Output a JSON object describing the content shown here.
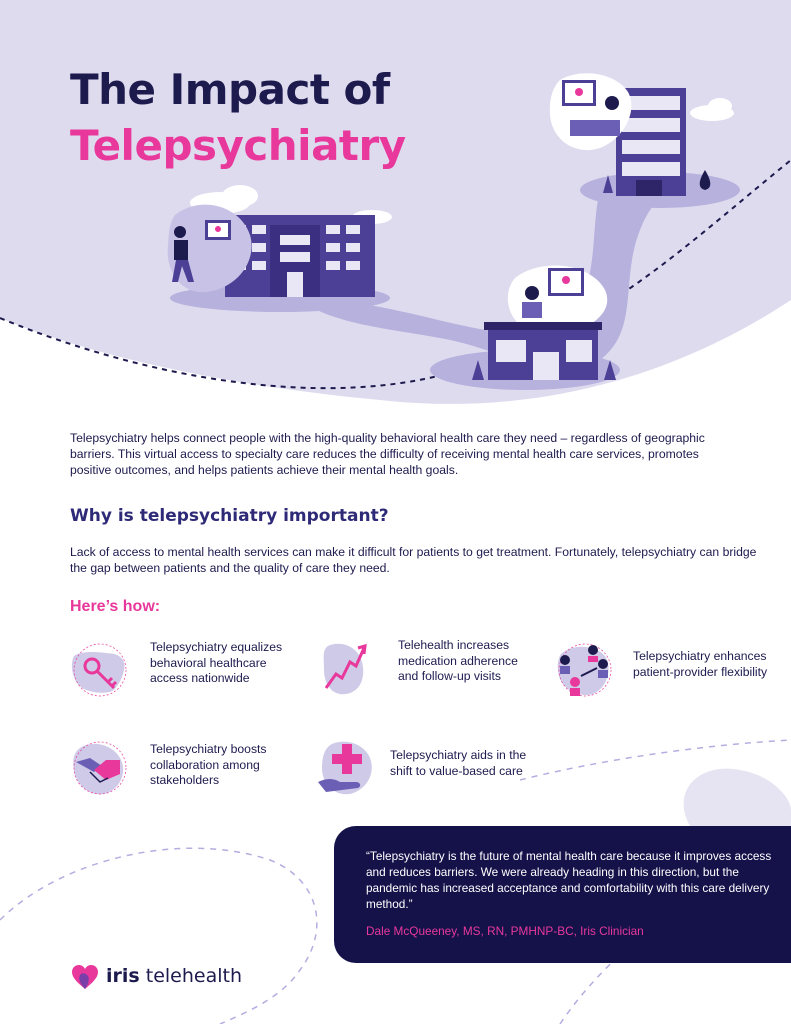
{
  "header": {
    "title_line1": "The Impact of",
    "title_line2": "Telepsychiatry"
  },
  "intro": "Telepsychiatry helps connect people with the high-quality behavioral health care they need – regardless of geographic barriers. This virtual access to specialty care reduces the difficulty of receiving mental health care services, promotes positive outcomes, and helps patients achieve their mental health goals.",
  "why": {
    "heading": "Why is telepsychiatry important?",
    "text": "Lack of access to mental health services can make it difficult for patients to get treatment. Fortunately, telepsychiatry can bridge the gap between patients and the quality of care they need."
  },
  "howto": {
    "heading": "Here’s how:",
    "items": [
      {
        "icon": "map-key-icon",
        "text": "Telepsychiatry equalizes behavioral healthcare access nationwide"
      },
      {
        "icon": "rising-arrow-icon",
        "text": "Telehealth increases medication adherence and follow-up visits"
      },
      {
        "icon": "connected-people-icon",
        "text": "Telepsychiatry enhances patient-provider flexibility"
      },
      {
        "icon": "handshake-icon",
        "text": "Telepsychiatry boosts collaboration among stakeholders"
      },
      {
        "icon": "hand-medical-cross-icon",
        "text": "Telepsychiatry aids in the shift to value-based care"
      }
    ]
  },
  "quote": {
    "text": "“Telepsychiatry is the future of mental health care because it improves access and reduces barriers. We were already heading in this direction, but the pandemic has increased acceptance and comfortability with this care delivery method.”",
    "author": "Dale McQueeney, MS, RN, PMHNP-BC, Iris Clinician"
  },
  "logo": {
    "brand_bold": "iris",
    "brand_rest": " telehealth"
  },
  "colors": {
    "navy": "#1d1a4e",
    "pink": "#e8389b",
    "lavender": "#d9d6ec",
    "purple": "#6b5fb5",
    "quote_bg": "#15124a"
  }
}
